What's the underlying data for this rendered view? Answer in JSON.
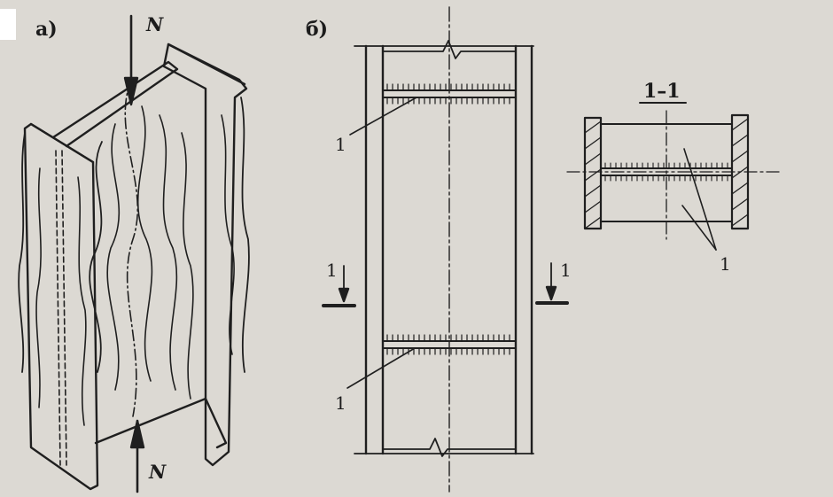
{
  "figure": {
    "part_a": {
      "label": "а)",
      "force_top": "N",
      "force_bottom": "N"
    },
    "part_b": {
      "label": "б)",
      "callout_top": "1",
      "callout_bottom": "1",
      "section_left": "1",
      "section_right": "1"
    },
    "section": {
      "title": "1–1",
      "callout": "1"
    }
  }
}
